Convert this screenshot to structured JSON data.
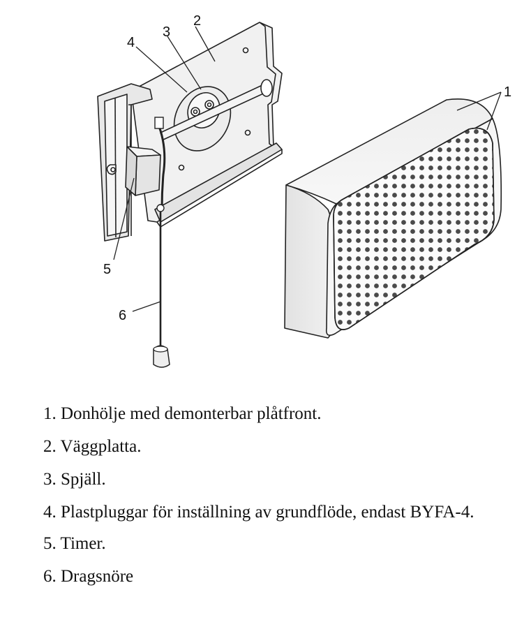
{
  "figure": {
    "callouts": {
      "c1": "1",
      "c2": "2",
      "c3": "3",
      "c4": "4",
      "c5": "5",
      "c6": "6"
    }
  },
  "legend": [
    "1. Donhölje med demonterbar plåtfront.",
    "2. Väggplatta.",
    "3. Spjäll.",
    "4. Plastpluggar för inställning av grundflöde, endast BYFA-4.",
    "5. Timer.",
    "6. Dragsnöre"
  ]
}
